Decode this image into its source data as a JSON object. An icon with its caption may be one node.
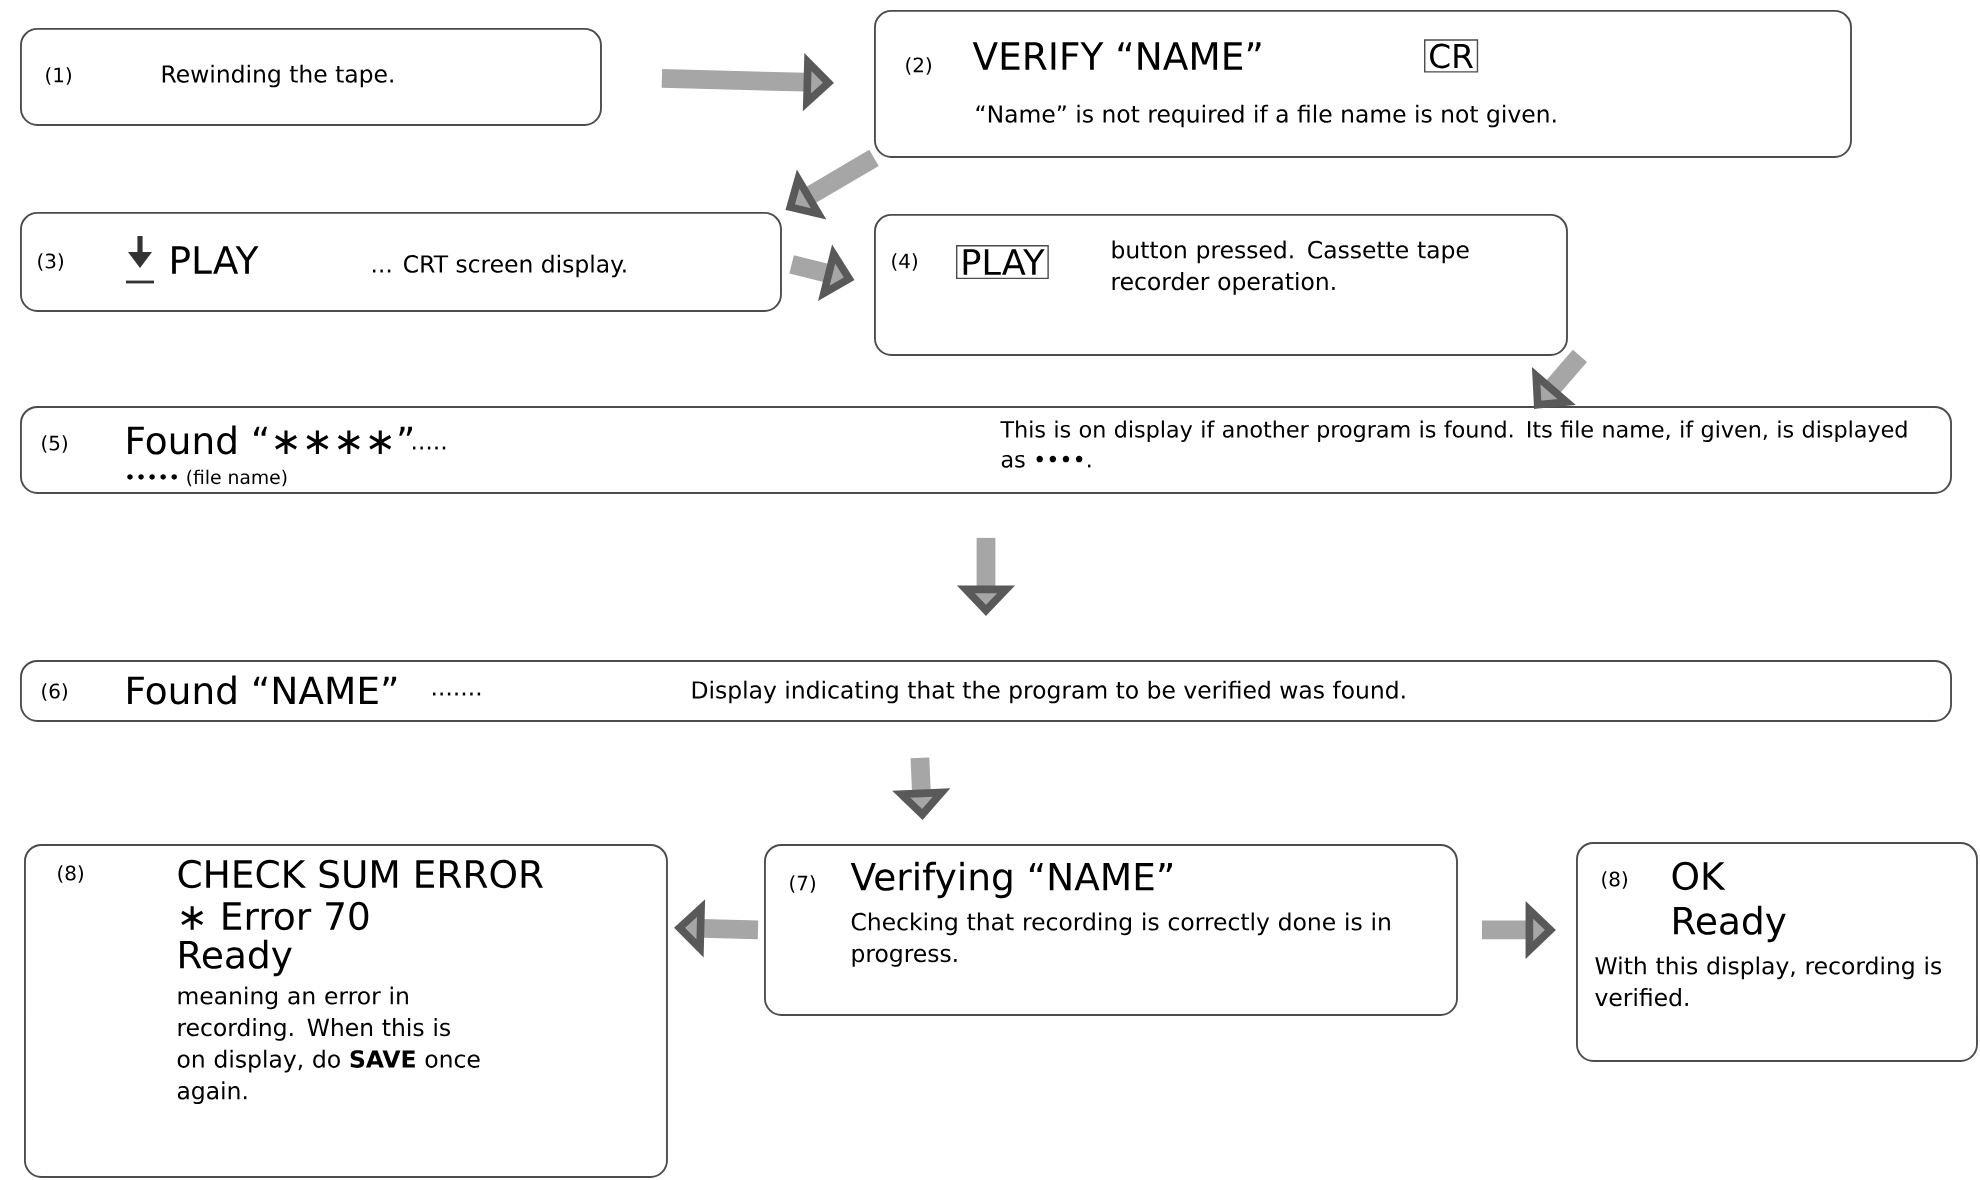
{
  "diagram": {
    "nodes": [
      {
        "text": [
          "(1)",
          "Rewinding the tape."
        ]
      },
      {
        "text": [
          "(2)",
          "VERIFY “NAME”",
          "CR",
          "“Name” is not required if a file name is not given."
        ]
      },
      {
        "text": [
          "(3)",
          "PLAY",
          "... CRT screen display."
        ]
      },
      {
        "text": [
          "(4)",
          "PLAY",
          "button pressed. Cassette tape recorder operation."
        ]
      },
      {
        "text": [
          "(5)",
          "Found “∗∗∗∗”",
          ".....",
          "This is on display if another program is found. Its file name, if given, is displayed as ••••.",
          "••••• (file name)"
        ]
      },
      {
        "text": [
          "(6)",
          "Found “NAME”",
          ".......",
          "Display indicating that the program to be verified was found."
        ]
      },
      {
        "text": [
          "(7)",
          "Verifying “NAME”",
          "Checking that recording is correctly done is in progress."
        ]
      },
      {
        "text": [
          "(8)",
          "CHECK SUM ERROR",
          "∗ Error 70",
          "Ready",
          "meaning an error in recording. When this is on display, do **SAVE** once again."
        ]
      },
      {
        "text": [
          "(8)",
          "OK",
          "Ready",
          "With this display, recording is verified."
        ]
      }
    ],
    "edges": [
      {
        "from": 0,
        "to": 1,
        "arrow": "to"
      },
      {
        "from": 1,
        "to": 2,
        "arrow": "to"
      },
      {
        "from": 2,
        "to": 3,
        "arrow": "to"
      },
      {
        "from": 3,
        "to": 4,
        "arrow": "to"
      },
      {
        "from": 4,
        "to": 5,
        "arrow": "to"
      },
      {
        "from": 5,
        "to": 6,
        "arrow": "to"
      },
      {
        "from": 6,
        "to": 7,
        "arrow": "to"
      },
      {
        "from": 6,
        "to": 8,
        "arrow": "to"
      }
    ]
  }
}
